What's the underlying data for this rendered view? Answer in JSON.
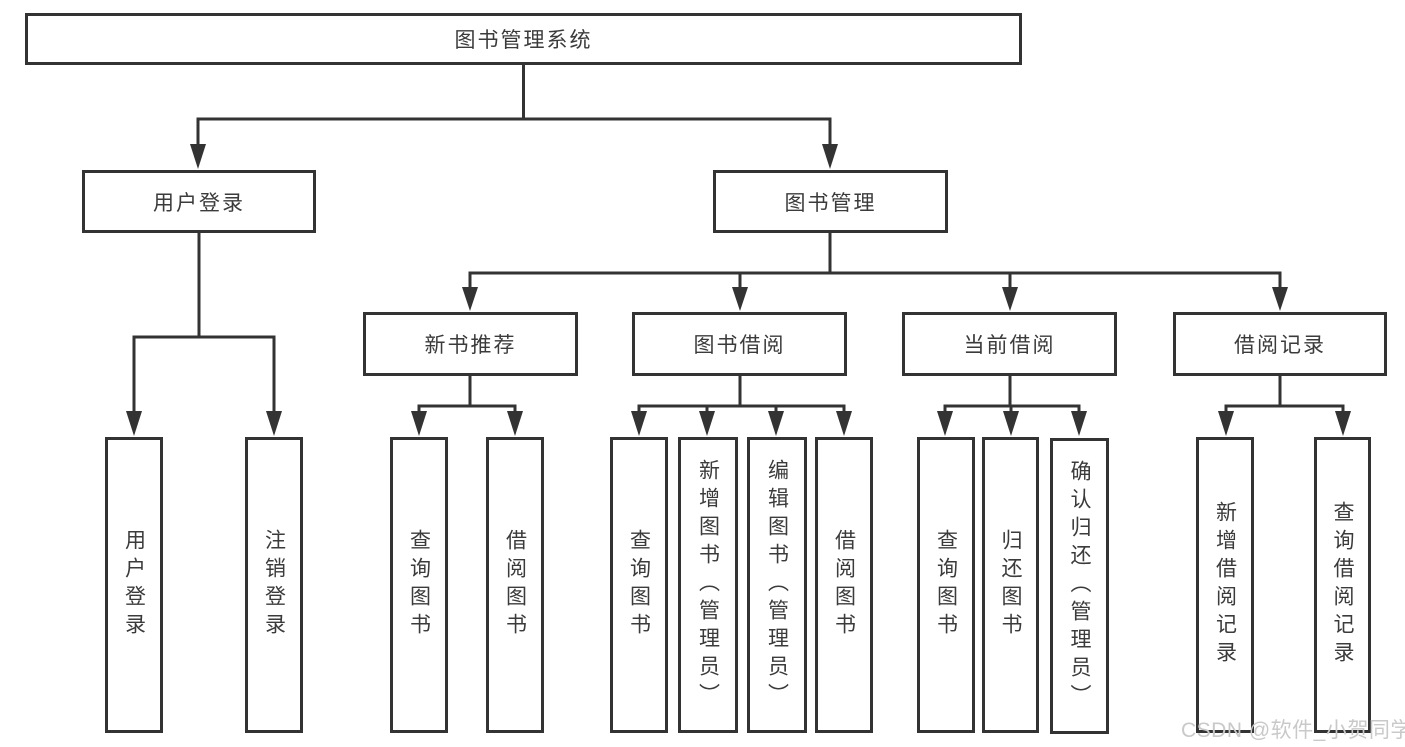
{
  "root": {
    "label": "图书管理系统"
  },
  "level2": [
    {
      "label": "用户登录",
      "children": [
        "用户登录",
        "注销登录"
      ]
    },
    {
      "label": "图书管理",
      "sections": [
        {
          "label": "新书推荐",
          "children": [
            "查询图书",
            "借阅图书"
          ]
        },
        {
          "label": "图书借阅",
          "children": [
            "查询图书",
            "新增图书（管理员）",
            "编辑图书（管理员）",
            "借阅图书"
          ]
        },
        {
          "label": "当前借阅",
          "children": [
            "查询图书",
            "归还图书",
            "确认归还（管理员）"
          ]
        },
        {
          "label": "借阅记录",
          "children": [
            "新增借阅记录",
            "查询借阅记录"
          ]
        }
      ]
    }
  ],
  "watermark": "CSDN @软件_小贺同学",
  "colors": {
    "line": "#333333",
    "text": "#3b3b3b",
    "watermark_text": "#c9c9c9",
    "background": "#ffffff"
  }
}
